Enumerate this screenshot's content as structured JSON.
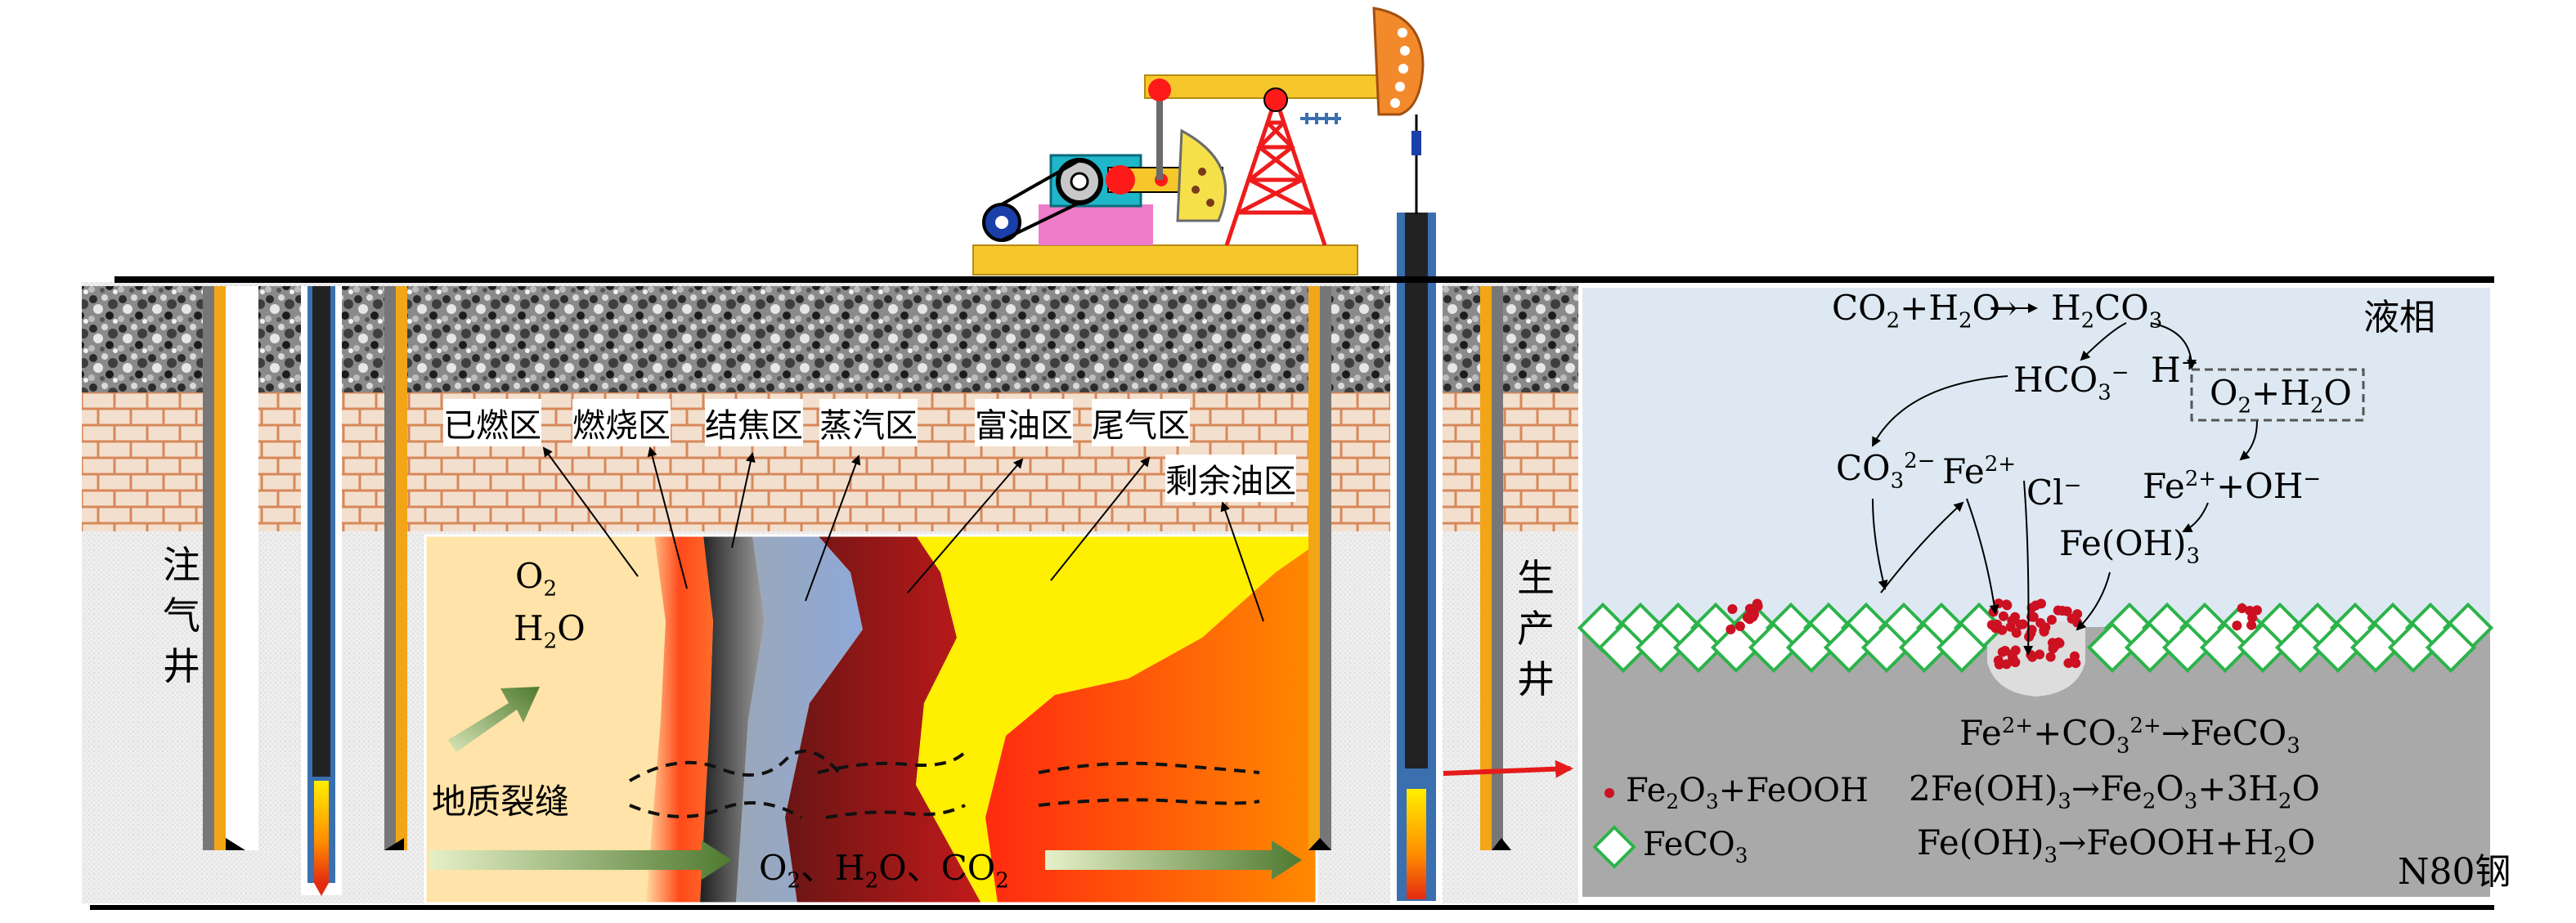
{
  "wells": {
    "injection": [
      "注",
      "气",
      "井"
    ],
    "production": [
      "生",
      "产",
      "井"
    ]
  },
  "zones": [
    "已燃区",
    "燃烧区",
    "结焦区",
    "蒸汽区",
    "富油区",
    "尾气区"
  ],
  "residual_zone": "剩余油区",
  "fracture_label": "地质裂缝",
  "flow": {
    "o2": [
      "O",
      "2"
    ],
    "h2o": [
      "H",
      "2",
      "O"
    ],
    "bottom": [
      "O",
      "2",
      "、H",
      "2",
      "O、CO",
      "2"
    ]
  },
  "liquid_phase": "液相",
  "steel_label": "N80钢",
  "reactions": {
    "r1": [
      "CO",
      "2",
      "+H",
      "2",
      "O",
      "→",
      "H",
      "2",
      "CO",
      "3"
    ],
    "hco3": [
      "HCO",
      "3",
      "−"
    ],
    "h_plus": [
      "H",
      "+"
    ],
    "o2_h2o": [
      "O",
      "2",
      "+H",
      "2",
      "O"
    ],
    "co3": [
      "CO",
      "3",
      "2−"
    ],
    "fe2": [
      "Fe",
      "2+"
    ],
    "cl": [
      "Cl",
      "−"
    ],
    "fe_oh": [
      "Fe",
      "2+",
      "+OH",
      "−"
    ],
    "feoh3": [
      "Fe(OH)",
      "3"
    ],
    "eq1": [
      "Fe",
      "2+",
      "+CO",
      "3",
      "2+",
      "→FeCO",
      "3"
    ],
    "eq2": [
      "2Fe(OH)",
      "3",
      "→Fe",
      "2",
      "O",
      "3",
      "+3H",
      "2",
      "O"
    ],
    "eq3": [
      "Fe(OH)",
      "3",
      "→FeOOH+H",
      "2",
      "O"
    ]
  },
  "legend": {
    "dot": [
      "Fe",
      "2",
      "O",
      "3",
      "+FeOOH"
    ],
    "diamond": [
      "FeCO",
      "3"
    ]
  },
  "colors": {
    "liquid": "#dde8f2",
    "steel": "#a9a9a9",
    "feco3": "#2cb34a",
    "deposit": "#cc1122",
    "pipe_blue": "#3a6fb0",
    "pipe_orange": "#f2a516",
    "flow_green": "#5f8a3b",
    "burned": "#ffe0a0",
    "oil": "#ffef00"
  }
}
